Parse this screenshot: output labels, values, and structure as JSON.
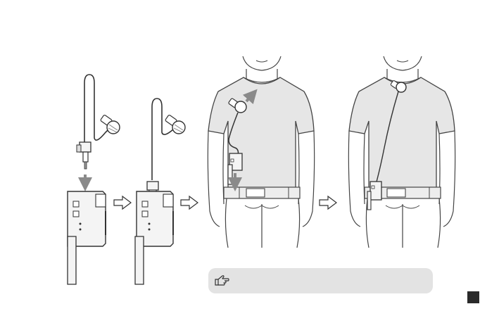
{
  "diagram": {
    "steps": [
      {
        "id": "connect-plug"
      },
      {
        "id": "plug-connected"
      },
      {
        "id": "clip-on-body"
      },
      {
        "id": "worn-complete"
      }
    ],
    "arrows": 3
  },
  "note": {
    "icon": "pointing-hand-icon",
    "text": ""
  },
  "colors": {
    "line": "#3a3a3a",
    "shirt": "#e6e6e6",
    "device": "#f2f2f2",
    "accent_arrow": "#8a8a8a",
    "note_bg": "#e3e3e3",
    "marker": "#2a2a2a"
  }
}
